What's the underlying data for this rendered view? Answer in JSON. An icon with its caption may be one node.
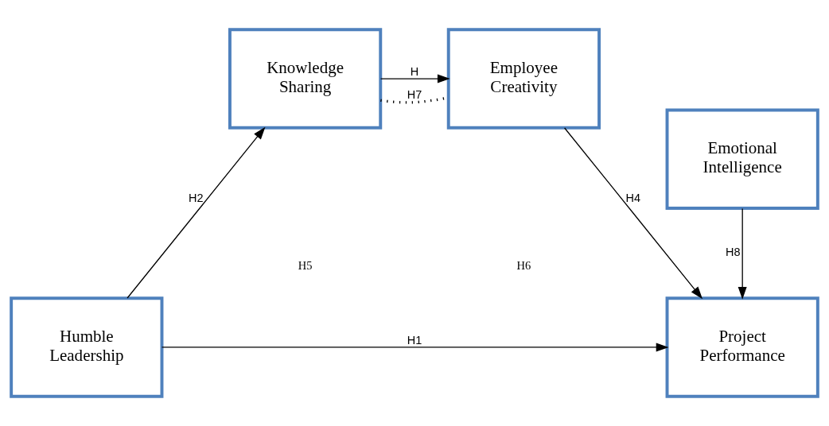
{
  "diagram": {
    "nodes": [
      {
        "text": [
          "Emotional Intelligence"
        ]
      },
      {
        "text": [
          "Humble Leadership"
        ]
      },
      {
        "text": [
          "Knowledge Sharing"
        ]
      },
      {
        "text": [
          "Employee Creativity"
        ]
      },
      {
        "text": [
          "Project Performance"
        ]
      }
    ],
    "edges": [
      {
        "from": 1,
        "to": 2,
        "arrow": "to",
        "label": "H2"
      },
      {
        "from": 2,
        "to": 3,
        "arrow": "to",
        "label": "H"
      },
      {
        "from": 3,
        "to": 4,
        "arrow": "to",
        "label": "H4"
      },
      {
        "from": 0,
        "to": 4,
        "arrow": "to",
        "label": "H8"
      },
      {
        "from": 1,
        "to": 4,
        "arrow": "to",
        "label": "H1"
      },
      {
        "from": 2,
        "to": 3,
        "arrow": "none",
        "label": "H7",
        "style": "dashed"
      }
    ],
    "labels": [
      "H5",
      "H6"
    ]
  }
}
